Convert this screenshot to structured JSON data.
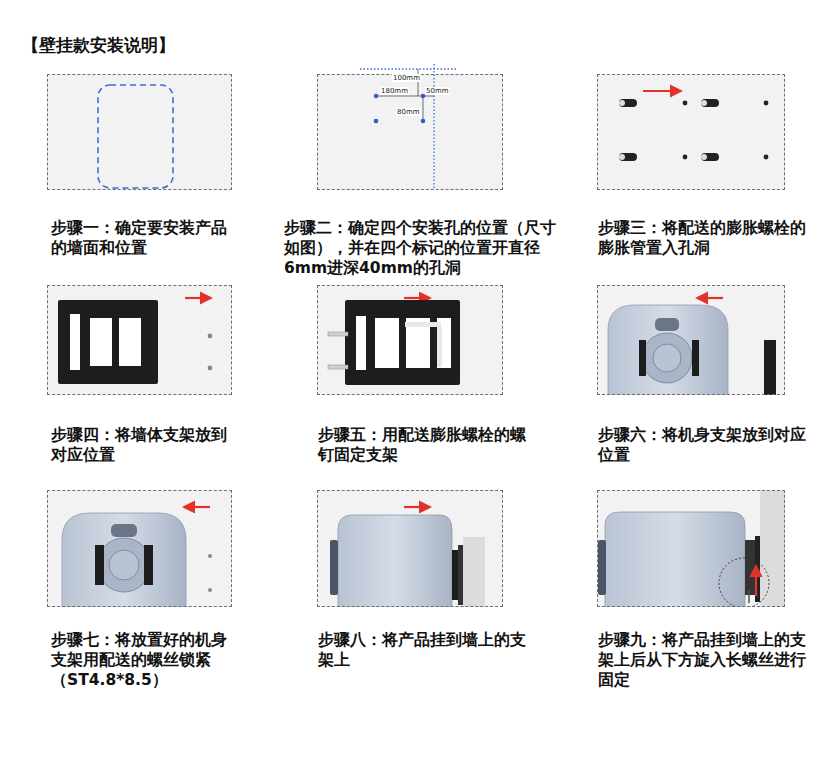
{
  "diagram": {
    "title": "【壁挂款安装说明】",
    "nodes": [
      {
        "text": [
          "步骤一：确定要安装产品的墙面和位置"
        ]
      },
      {
        "text": [
          "步骤二：确定四个安装孔的位置（尺寸如图），并在四个标记的位置开直径6mm进深40mm的孔洞"
        ]
      },
      {
        "text": [
          "步骤三：将配送的膨胀螺栓的膨胀管置入孔洞"
        ]
      },
      {
        "text": [
          "步骤四：将墙体支架放到对应位置"
        ]
      },
      {
        "text": [
          "步骤五：用配送膨胀螺栓的螺钉固定支架"
        ]
      },
      {
        "text": [
          "步骤六：将机身支架放到对应位置"
        ]
      },
      {
        "text": [
          "步骤七：将放置好的机身支架用配送的螺丝锁紧（ST4.8*8.5）"
        ]
      },
      {
        "text": [
          "步骤八：将产品挂到墙上的支架上"
        ]
      },
      {
        "text": [
          "步骤九：将产品挂到墙上的支架上后从下方旋入长螺丝进行固定"
        ]
      }
    ],
    "labels": [
      "100mm",
      "180mm",
      "50mm",
      "80mm"
    ]
  }
}
